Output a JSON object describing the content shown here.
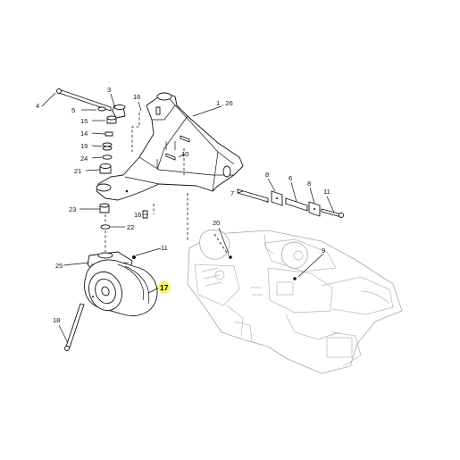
{
  "callouts": {
    "c4": "4",
    "c3": "3",
    "c5": "5",
    "c16a": "16",
    "c1_26": "1 , 26",
    "c15": "15",
    "c14": "14",
    "c19": "19",
    "c24": "24",
    "c10": "10",
    "c21": "21",
    "c8a": "8",
    "c6": "6",
    "c8b": "8",
    "c7": "7",
    "c11a": "11",
    "c23": "23",
    "c16b": "16",
    "c22": "22",
    "c20": "20",
    "c11b": "11",
    "c9": "9",
    "c25": "25",
    "c17": "17",
    "c18": "18"
  },
  "highlight": {
    "callout": "17",
    "color": "#fff35c"
  }
}
